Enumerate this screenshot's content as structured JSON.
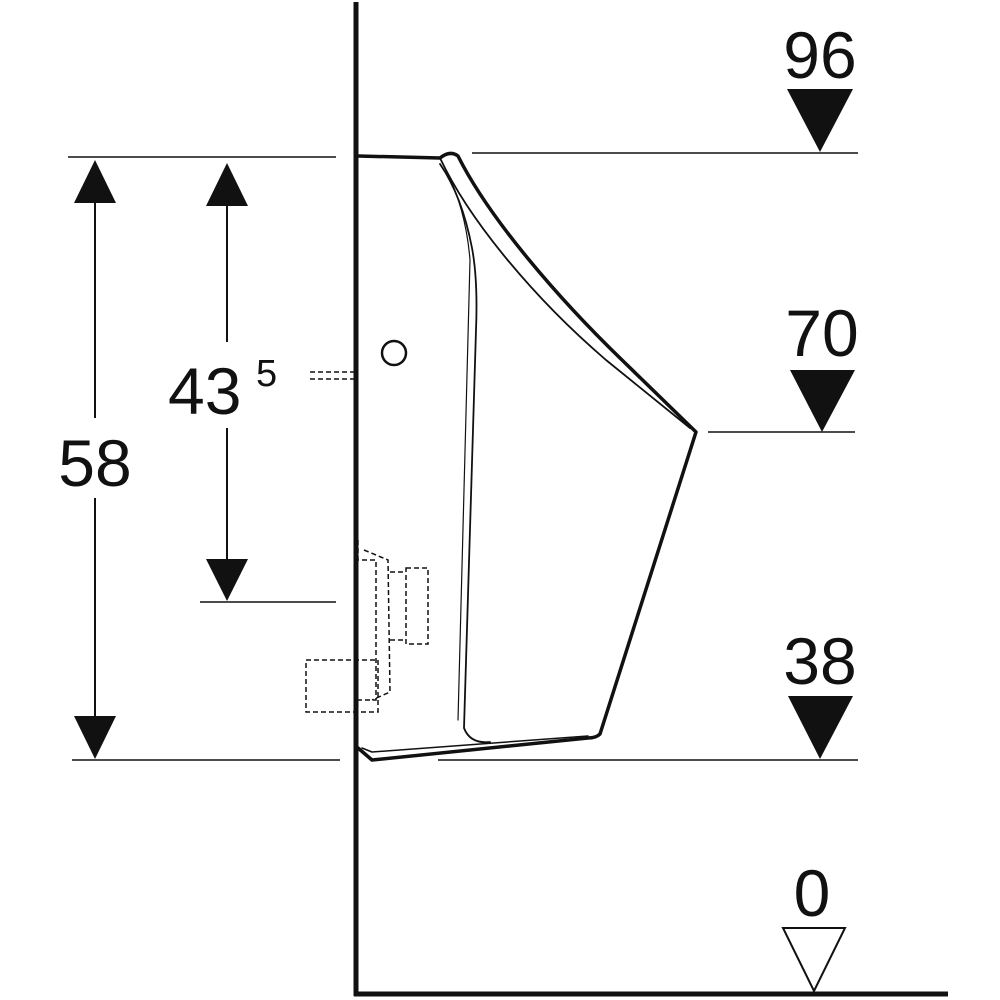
{
  "diagram": {
    "height_markers": [
      {
        "label": "96",
        "filled": true
      },
      {
        "label": "70",
        "filled": true
      },
      {
        "label": "38",
        "filled": true
      },
      {
        "label": "0",
        "filled": false
      }
    ],
    "dimensions": {
      "total_height": {
        "label": "58"
      },
      "inlet_height": {
        "label_main": "43",
        "label_superscript": "5"
      }
    },
    "colors": {
      "stroke": "#111111",
      "background": "#ffffff"
    }
  }
}
